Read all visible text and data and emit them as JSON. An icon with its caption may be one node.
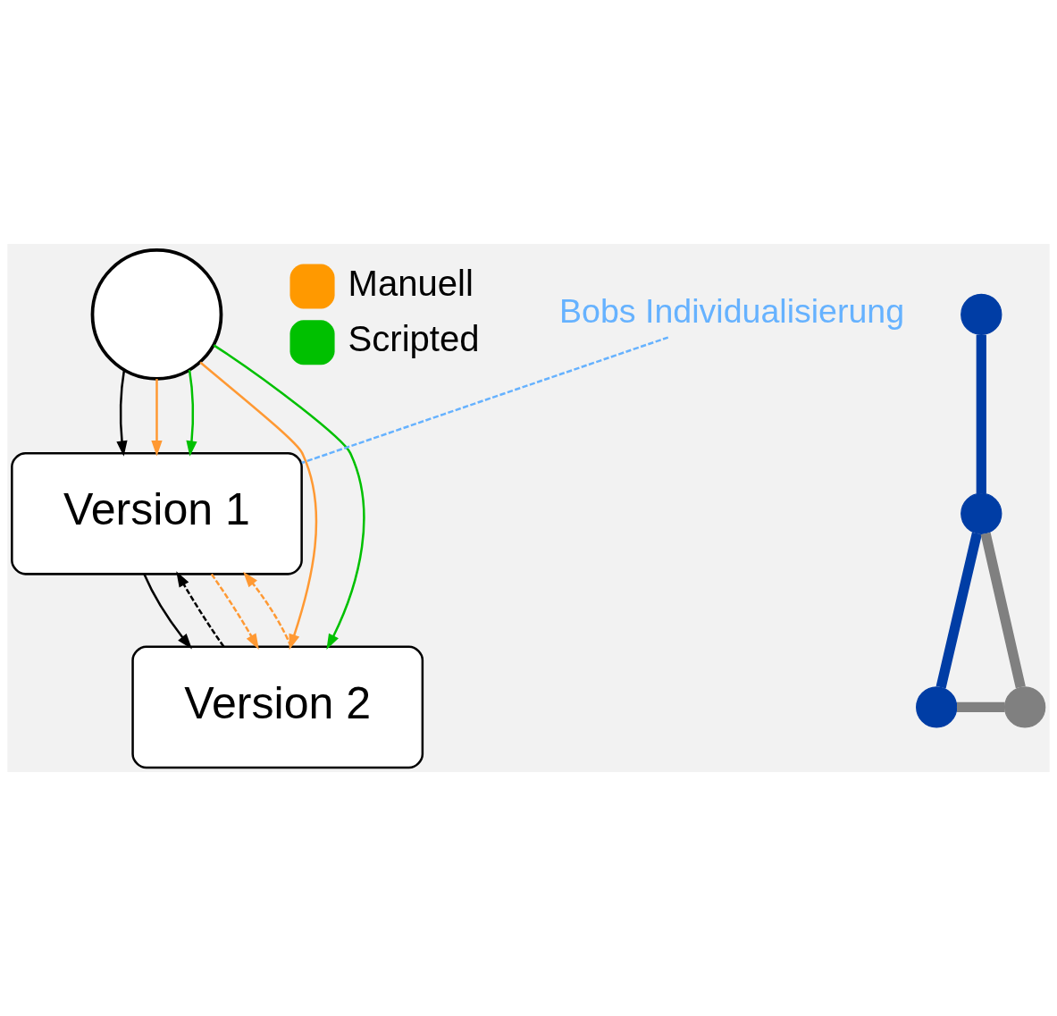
{
  "diagram": {
    "nodes": [
      {
        "text": [],
        "shape": "circle"
      },
      {
        "text": [
          "Version 1"
        ]
      },
      {
        "text": [
          "Version 2"
        ]
      },
      {
        "text": [],
        "shape": "circle"
      },
      {
        "text": [],
        "shape": "circle"
      },
      {
        "text": [],
        "shape": "circle"
      },
      {
        "text": [],
        "shape": "circle"
      },
      {
        "text": [
          "Bobs Individualisierung"
        ]
      }
    ],
    "edges": [
      {
        "from": 0,
        "to": 1,
        "arrow": "to",
        "color": "#000000"
      },
      {
        "from": 1,
        "to": 2,
        "arrow": "to",
        "color": "#000000"
      },
      {
        "from": 2,
        "to": 1,
        "arrow": "to",
        "style": "dashed",
        "color": "#000000"
      },
      {
        "from": 0,
        "to": 1,
        "arrow": "to",
        "color": "#ff9933"
      },
      {
        "from": 0,
        "to": 2,
        "arrow": "to",
        "color": "#ff9933"
      },
      {
        "from": 0,
        "to": 1,
        "arrow": "to",
        "color": "#00c000"
      },
      {
        "from": 0,
        "to": 2,
        "arrow": "to",
        "color": "#00c000"
      },
      {
        "from": 1,
        "to": 2,
        "arrow": "to",
        "style": "dashed",
        "color": "#ff9933"
      },
      {
        "from": 2,
        "to": 1,
        "arrow": "to",
        "style": "dashed",
        "color": "#ff9933"
      },
      {
        "from": 3,
        "to": 4,
        "arrow": "none",
        "style": "thick",
        "color": "#003da5"
      },
      {
        "from": 4,
        "to": 5,
        "arrow": "none",
        "style": "thick",
        "color": "#003da5"
      },
      {
        "from": 4,
        "to": 6,
        "arrow": "none",
        "style": "thick",
        "color": "#808080"
      },
      {
        "from": 6,
        "to": 5,
        "arrow": "none",
        "style": "thick",
        "color": "#808080"
      },
      {
        "from": 7,
        "to": 1,
        "arrow": "none",
        "style": "dashed",
        "color": "#66b2ff"
      }
    ],
    "legend": [
      {
        "text": "Manuell",
        "color": "#ff9900"
      },
      {
        "text": "Scripted",
        "color": "#00c000"
      }
    ]
  }
}
